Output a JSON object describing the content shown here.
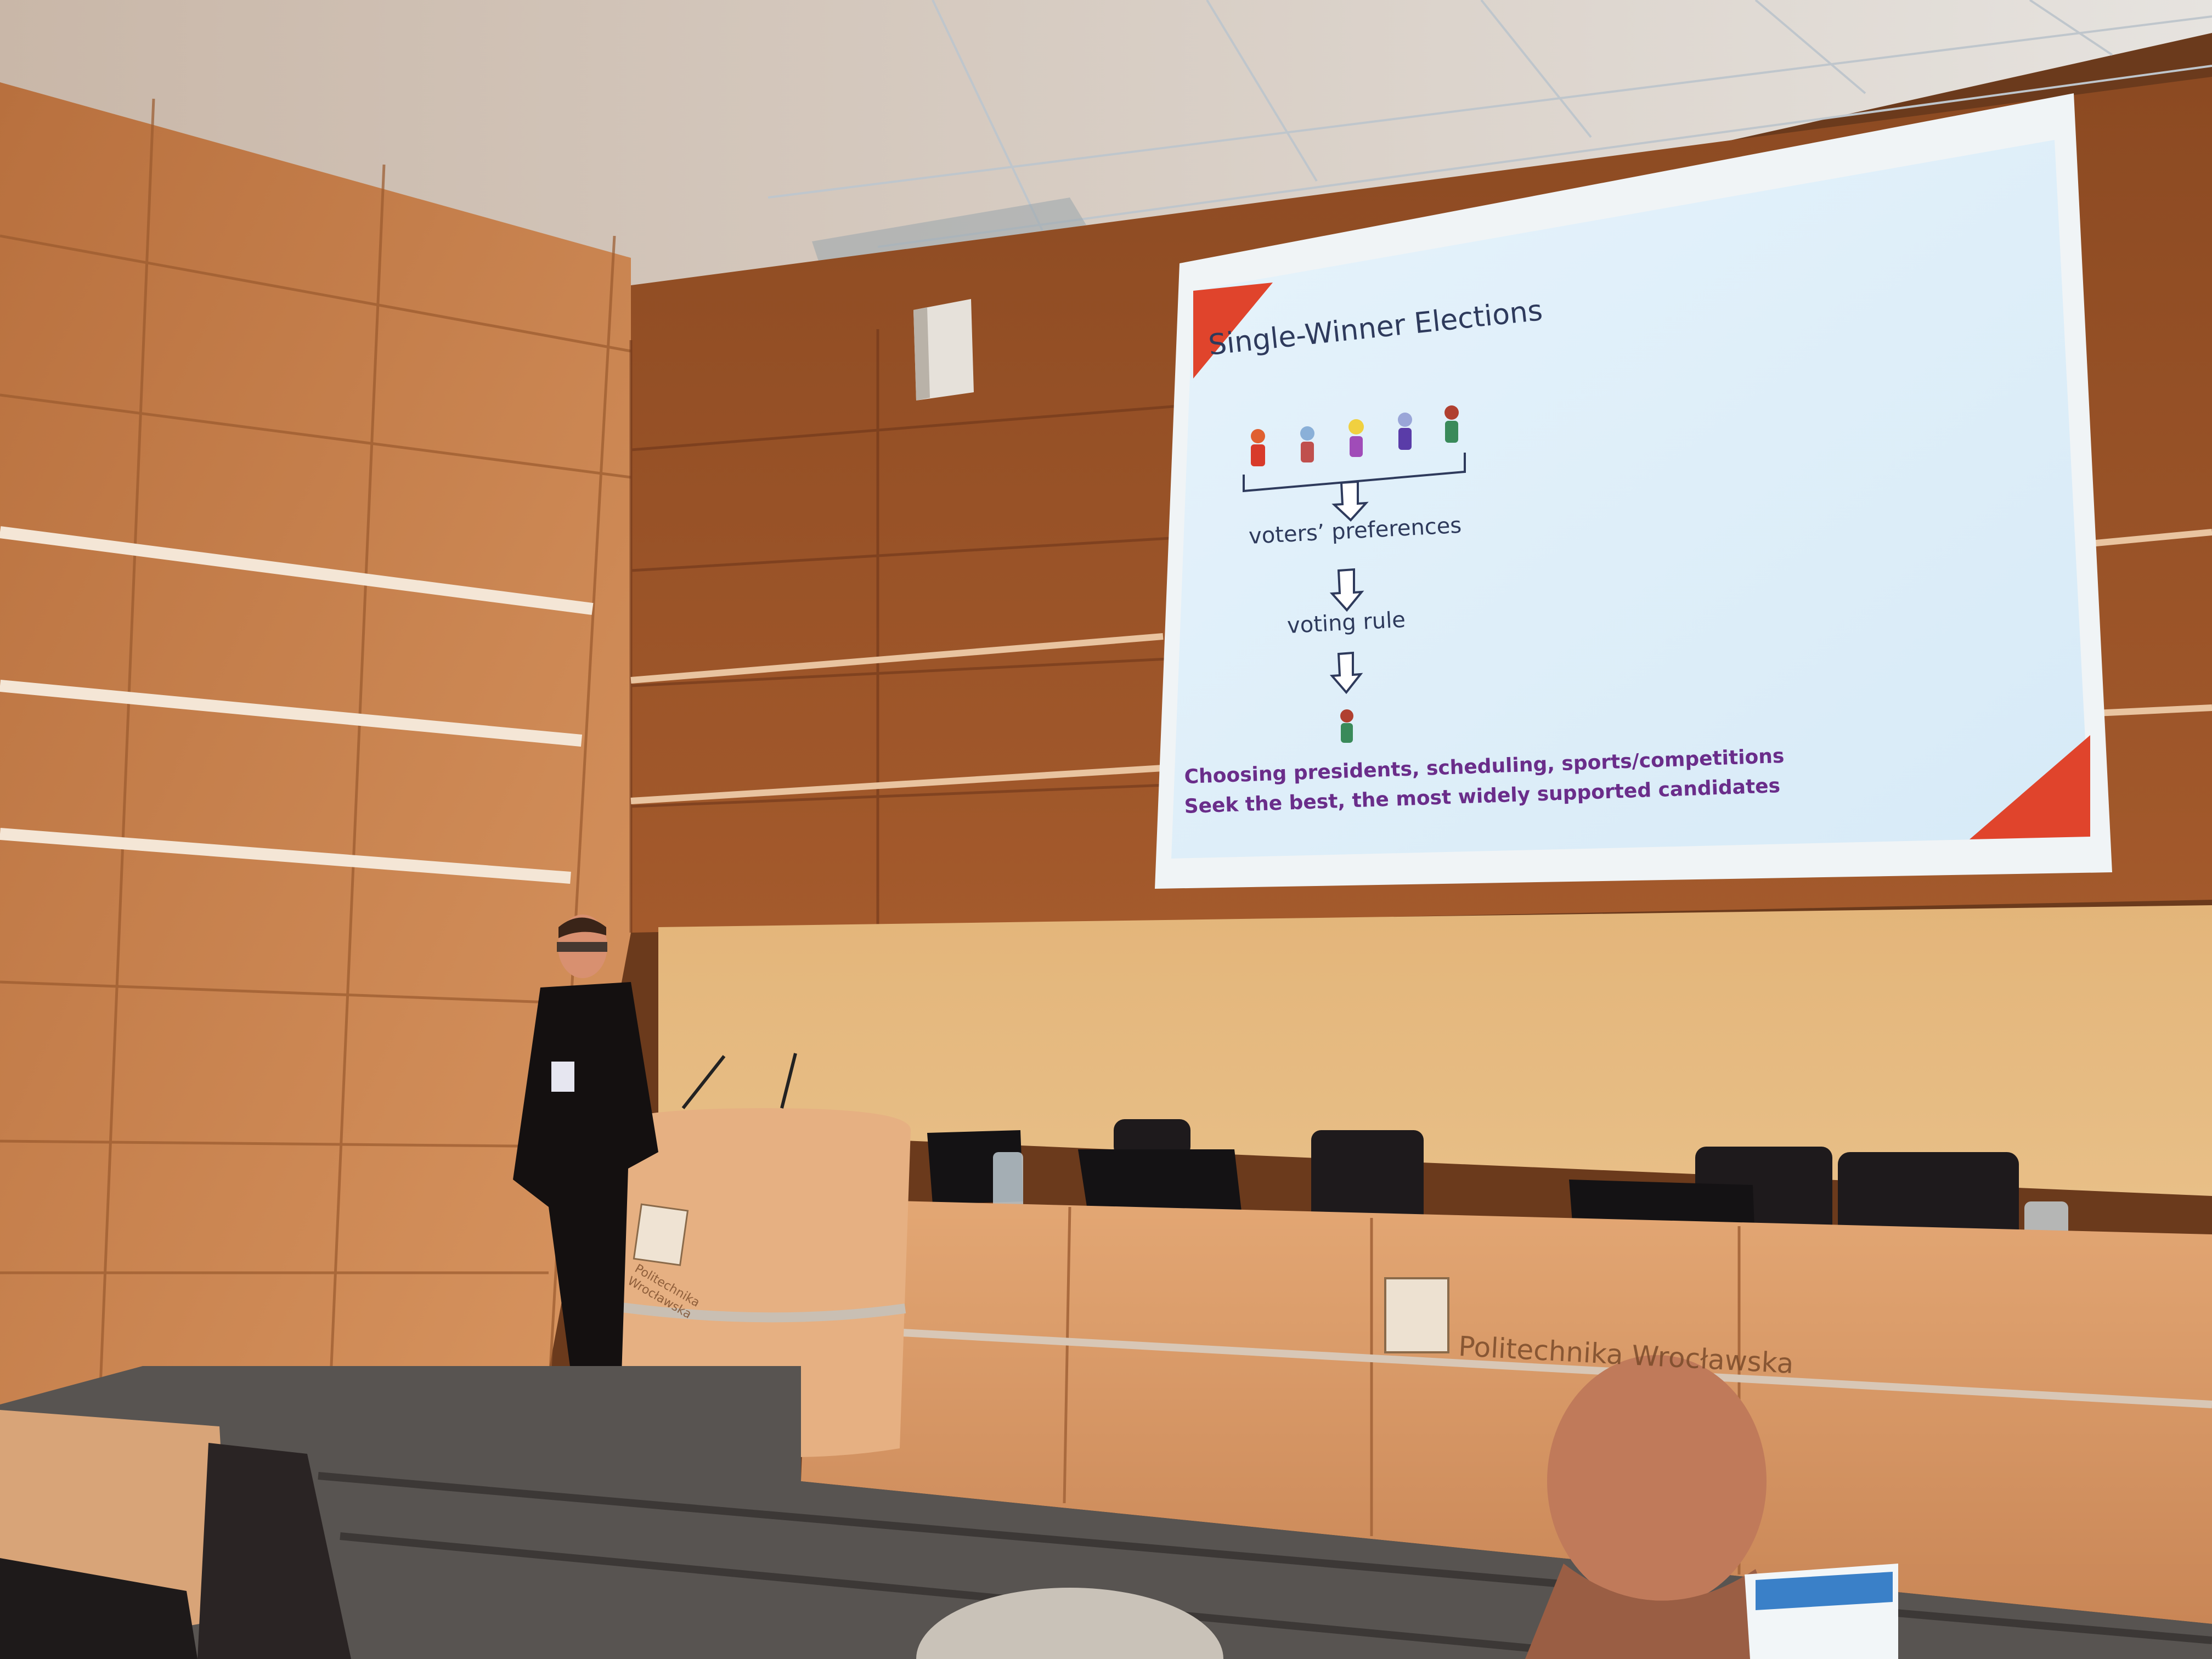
{
  "slide": {
    "title": "Single-Winner Elections",
    "steps": [
      "voters’ preferences",
      "voting rule"
    ],
    "captions": [
      "Choosing presidents, scheduling, sports/competitions",
      "Seek the best, the most widely supported candidates"
    ]
  },
  "signage": {
    "desk_brand": "Politechnika Wrocławska",
    "podium_brand_line1": "Politechnika",
    "podium_brand_line2": "Wrocławska"
  },
  "colors": {
    "wall_wood": "#c8804a",
    "screen": "#dfeef8",
    "slide_accent": "#e0442c",
    "caption": "#6a2d8a"
  }
}
